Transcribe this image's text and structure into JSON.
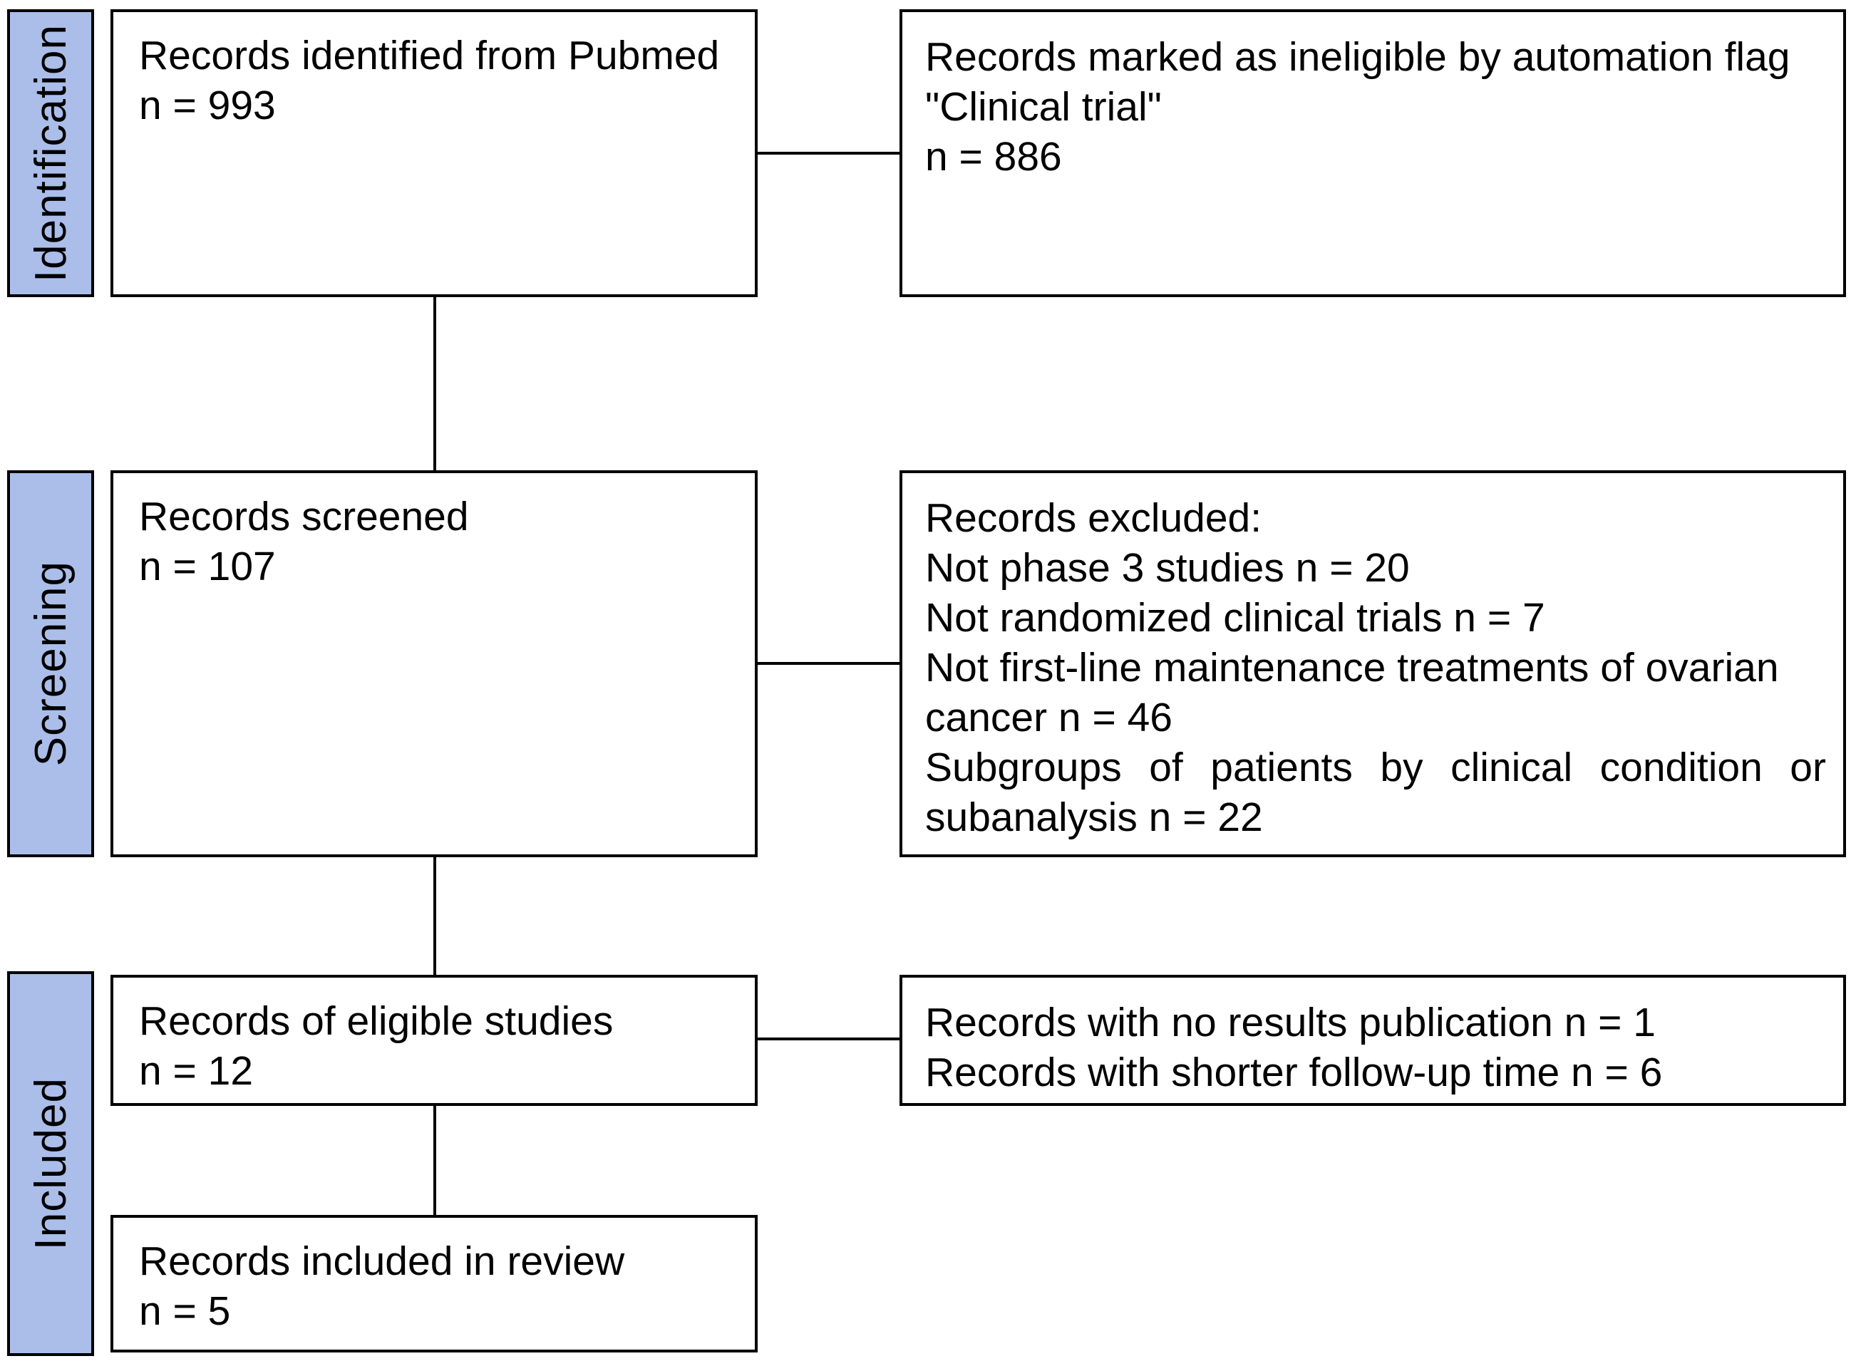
{
  "diagram": {
    "type": "prisma-flow",
    "colors": {
      "stage_fill": "#abbeea",
      "border": "#000000",
      "text": "#000000",
      "background": "#ffffff"
    },
    "stages": [
      {
        "label": "Identification"
      },
      {
        "label": "Screening"
      },
      {
        "label": "Included"
      }
    ],
    "boxes": {
      "identified": {
        "lines": [
          "Records identified from Pubmed",
          "n = 993"
        ]
      },
      "ineligible": {
        "lines": [
          "Records marked as ineligible by automation flag",
          "\"Clinical trial\"",
          "n = 886"
        ]
      },
      "screened": {
        "lines": [
          "Records screened",
          "n = 107"
        ]
      },
      "excluded": {
        "lines": [
          "Records excluded:",
          "Not phase 3 studies n = 20",
          "Not randomized clinical trials n = 7",
          "Not first-line maintenance treatments of ovarian",
          "cancer n = 46",
          "Subgroups of patients by clinical condition or",
          "subanalysis n = 22"
        ]
      },
      "eligible": {
        "lines": [
          "Records of eligible studies",
          "n = 12"
        ]
      },
      "not_retained": {
        "lines": [
          "Records with no results publication n = 1",
          "Records with shorter follow-up time n = 6"
        ]
      },
      "included_review": {
        "lines": [
          "Records included in review",
          "n = 5"
        ]
      }
    }
  }
}
